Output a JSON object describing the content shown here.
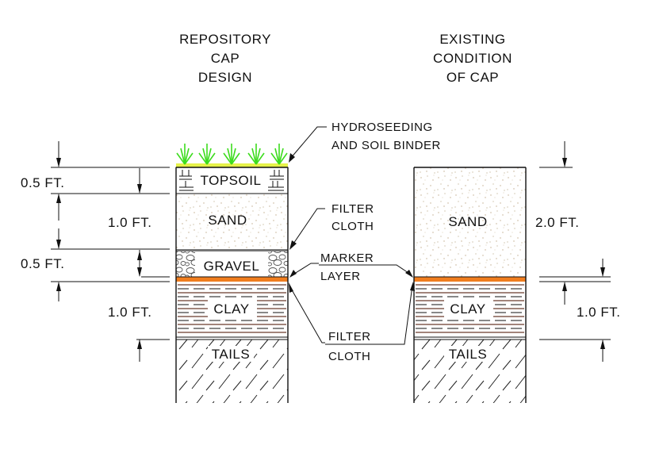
{
  "titles": {
    "left": [
      "REPOSITORY",
      "CAP",
      "DESIGN"
    ],
    "right": [
      "EXISTING",
      "CONDITION",
      "OF CAP"
    ]
  },
  "layers": {
    "topsoil": "TOPSOIL",
    "sand": "SAND",
    "gravel": "GRAVEL",
    "clay": "CLAY",
    "tails": "TAILS"
  },
  "dimensions": {
    "topsoil": "0.5 FT.",
    "sand_left": "1.0 FT.",
    "gravel": "0.5 FT.",
    "clay_left": "1.0 FT.",
    "sand_right": "2.0 FT.",
    "clay_right": "1.0 FT."
  },
  "callouts": {
    "hydroseeding": [
      "HYDROSEEDING",
      "AND SOIL BINDER"
    ],
    "filter_cloth_upper": [
      "FILTER",
      "CLOTH"
    ],
    "marker_layer": [
      "MARKER",
      "LAYER"
    ],
    "filter_cloth_lower": [
      "FILTER",
      "CLOTH"
    ]
  },
  "colors": {
    "marker_layer": "#f07d1e",
    "seeding": "#3ddc1e",
    "seed_soil": "#e6f24a",
    "clay_stripes": "#6b3a2c",
    "sand_speckle": "#c9b79a"
  }
}
